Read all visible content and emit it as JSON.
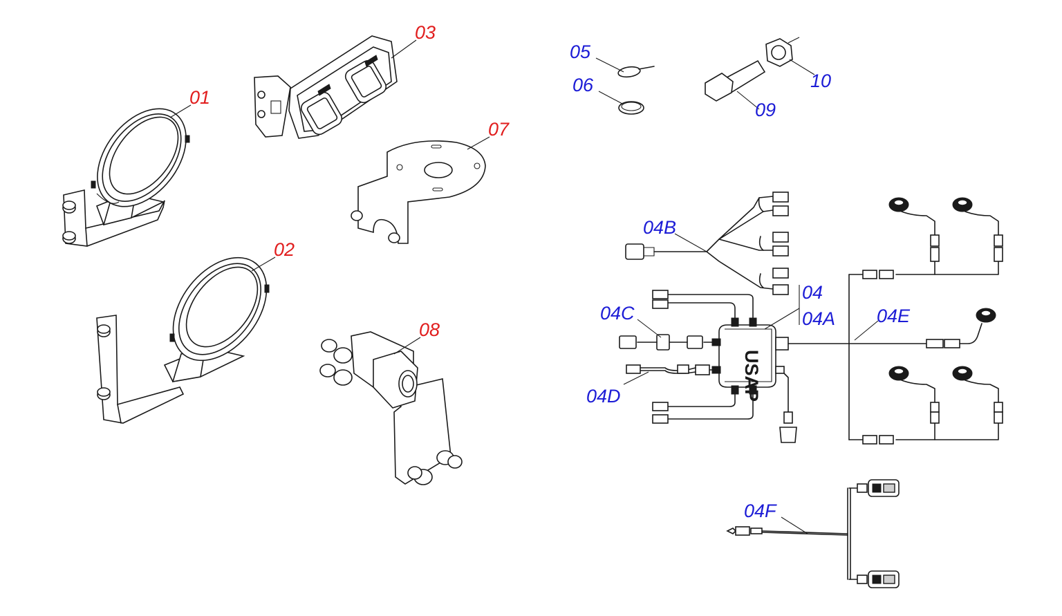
{
  "colors": {
    "label_red": "#e11e1e",
    "label_blue": "#1c1cd6",
    "line": "#1a1a1a",
    "background": "#ffffff"
  },
  "callouts": {
    "c01": "01",
    "c02": "02",
    "c03": "03",
    "c04": "04",
    "c04A": "04A",
    "c04B": "04B",
    "c04C": "04C",
    "c04D": "04D",
    "c04E": "04E",
    "c04F": "04F",
    "c05": "05",
    "c06": "06",
    "c07": "07",
    "c08": "08",
    "c09": "09",
    "c10": "10"
  },
  "junction_box_text": "USAP"
}
